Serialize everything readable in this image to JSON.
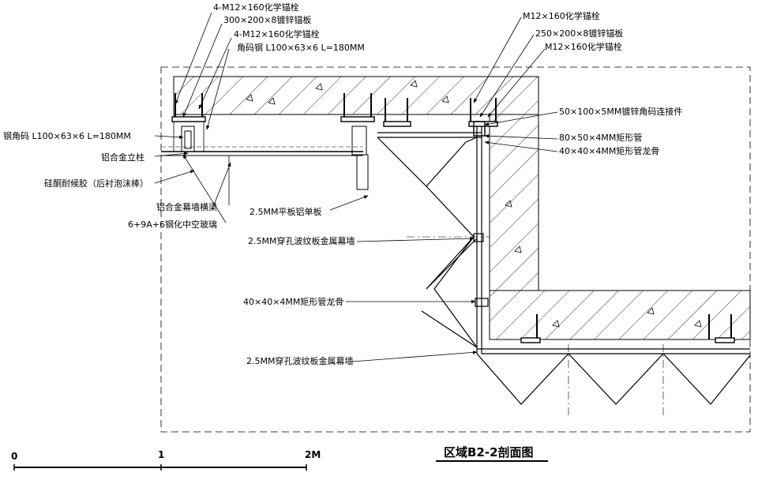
{
  "title": "区域B2-2剖面图",
  "scale_bar": {
    "labels": [
      "0",
      "1",
      "2M"
    ]
  },
  "labels": {
    "anchor_bolt_4_top": "4-M12×160化学锚栓",
    "plate_300": "300×200×8镀锌锚板",
    "anchor_bolt_4_b": "4-M12×160化学锚栓",
    "angle_steel": "角码钢 L100×63×6 L=180MM",
    "anchor_bolt_r1": "M12×160化学锚栓",
    "plate_250": "250×200×8镀锌锚板",
    "anchor_bolt_r2": "M12×160化学锚栓",
    "connector_50x100": "50×100×5MM镀锌角码连接件",
    "rect_tube_80x50": "80×50×4MM矩形管",
    "keel_40x40_r": "40×40×4MM矩形管龙骨",
    "steel_angle_left": "钢角码 L100×63×6 L=180MM",
    "alu_mullion": "铝合金立柱",
    "silicone_seal": "硅酮耐候胶（后衬泡沫棒）",
    "alu_transom": "铝合金幕墙横梁",
    "glass": "6+9A+6钢化中空玻璃",
    "alu_panel": "2.5MM平板铝单板",
    "perforated_wall_1": "2.5MM穿孔波纹板金属幕墙",
    "keel_40x40": "40×40×4MM矩形管龙骨",
    "perforated_wall_2": "2.5MM穿孔波纹板金属幕墙"
  }
}
